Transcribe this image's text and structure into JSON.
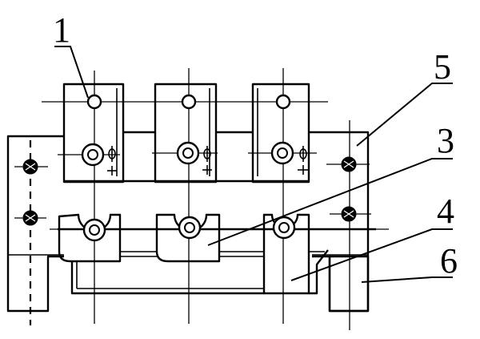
{
  "callouts": [
    {
      "id": "1",
      "label": "1"
    },
    {
      "id": "5",
      "label": "5"
    },
    {
      "id": "3",
      "label": "3"
    },
    {
      "id": "4",
      "label": "4"
    },
    {
      "id": "6",
      "label": "6"
    }
  ]
}
